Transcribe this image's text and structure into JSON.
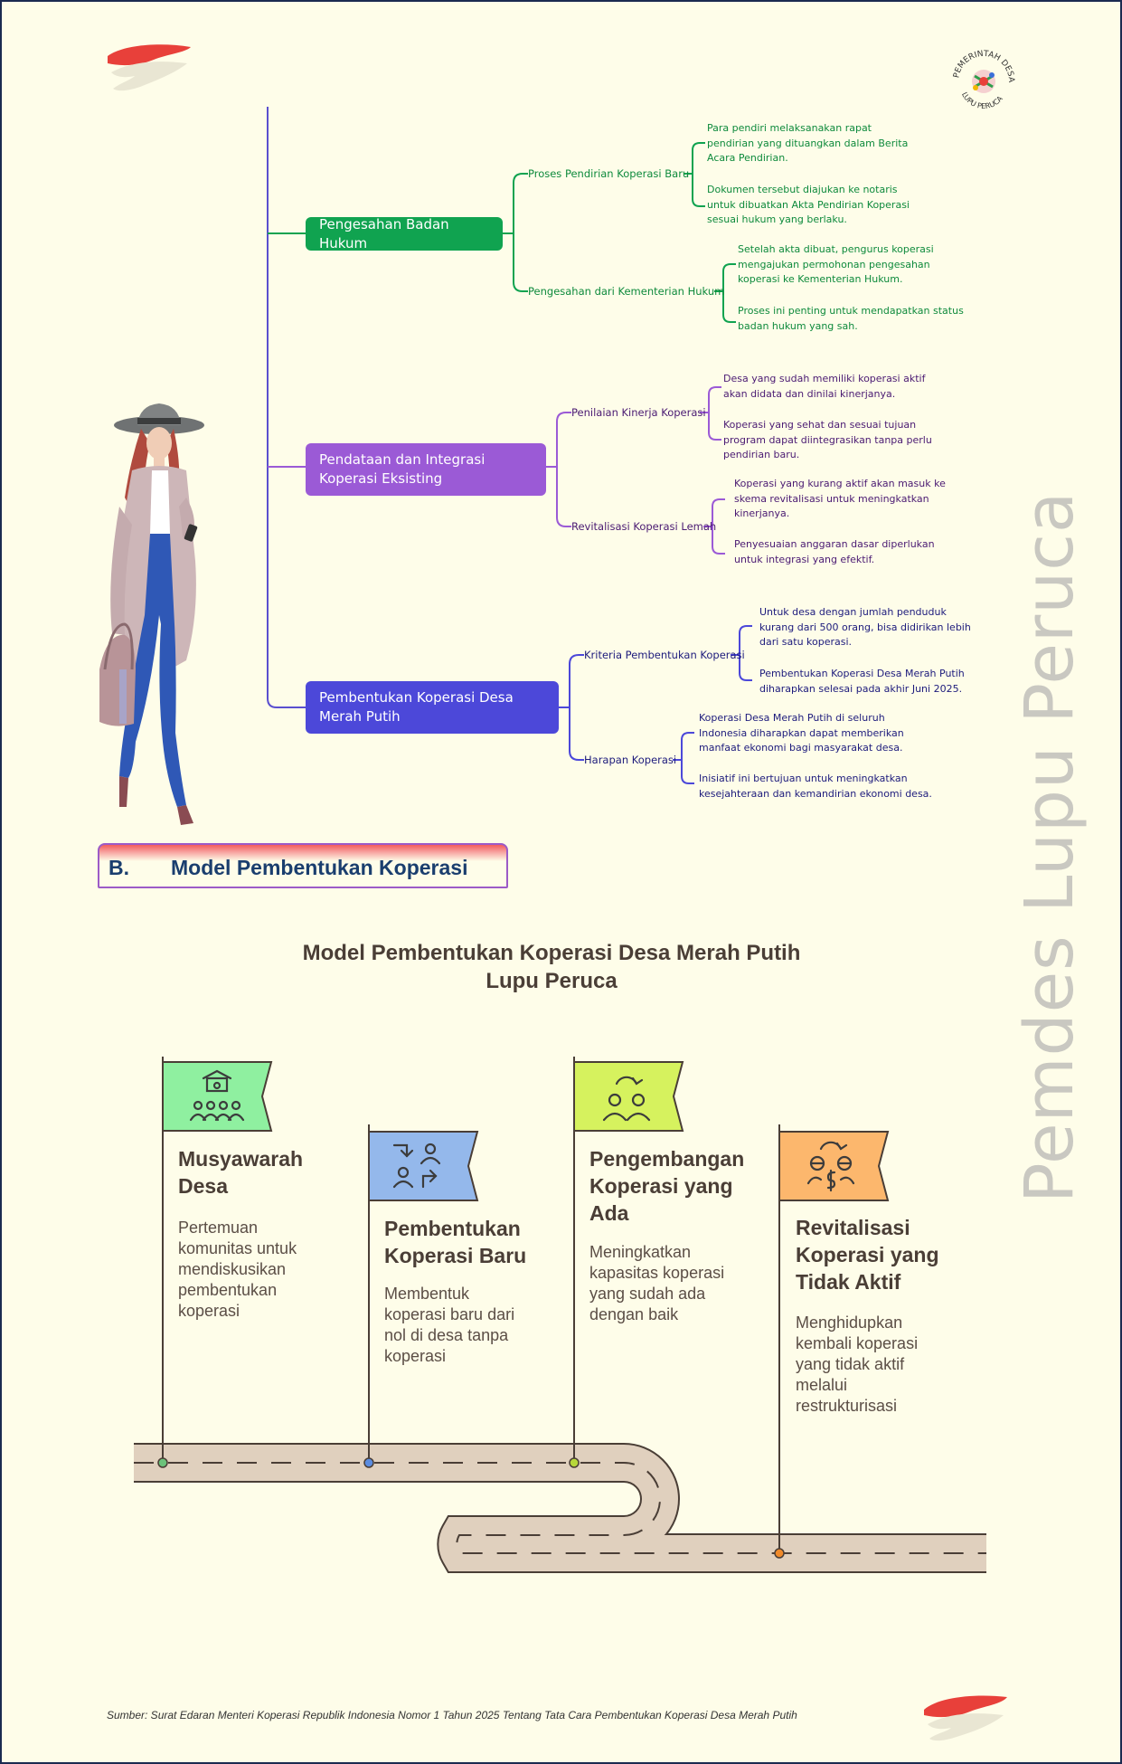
{
  "logo": {
    "text_top": "PEMERINTAH DESA",
    "text_bottom": "LUPU PERUCA"
  },
  "mindmap": {
    "branches": [
      {
        "label": "Pengesahan Badan Hukum",
        "color": "#10a350",
        "subs": [
          {
            "label": "Proses Pendirian Koperasi Baru",
            "leaves": [
              "Para pendiri melaksanakan rapat pendirian yang dituangkan dalam Berita Acara Pendirian.",
              "Dokumen tersebut diajukan ke notaris untuk dibuatkan Akta Pendirian Koperasi sesuai hukum yang berlaku."
            ]
          },
          {
            "label": "Pengesahan dari Kementerian Hukum",
            "leaves": [
              "Setelah akta dibuat, pengurus koperasi mengajukan permohonan pengesahan koperasi ke Kementerian Hukum.",
              "Proses ini penting untuk mendapatkan status badan hukum yang sah."
            ]
          }
        ]
      },
      {
        "label": "Pendataan dan Integrasi Koperasi Eksisting",
        "color": "#9b5ad6",
        "subs": [
          {
            "label": "Penilaian Kinerja Koperasi",
            "leaves": [
              "Desa yang sudah memiliki koperasi aktif akan didata dan dinilai kinerjanya.",
              "Koperasi yang sehat dan sesuai tujuan program dapat diintegrasikan tanpa perlu pendirian baru."
            ]
          },
          {
            "label": "Revitalisasi Koperasi Lemah",
            "leaves": [
              "Koperasi yang kurang aktif akan masuk ke skema revitalisasi untuk meningkatkan kinerjanya.",
              "Penyesuaian anggaran dasar diperlukan untuk integrasi yang efektif."
            ]
          }
        ]
      },
      {
        "label": "Pembentukan Koperasi Desa Merah Putih",
        "color": "#4c48d9",
        "subs": [
          {
            "label": "Kriteria Pembentukan Koperasi",
            "leaves": [
              "Untuk desa dengan jumlah penduduk kurang dari 500 orang, bisa didirikan lebih dari satu koperasi.",
              "Pembentukan Koperasi Desa Merah Putih diharapkan selesai pada akhir Juni 2025."
            ]
          },
          {
            "label": "Harapan Koperasi",
            "leaves": [
              "Koperasi Desa Merah Putih di seluruh Indonesia diharapkan dapat memberikan manfaat ekonomi bagi masyarakat desa.",
              "Inisiatif ini bertujuan untuk meningkatkan kesejahteraan dan kemandirian ekonomi desa."
            ]
          }
        ]
      }
    ]
  },
  "section": {
    "number": "B.",
    "title": "Model Pembentukan Koperasi"
  },
  "roadmap": {
    "title_line1": "Model Pembentukan Koperasi Desa Merah Putih",
    "title_line2": "Lupu Peruca",
    "steps": [
      {
        "title": [
          "Musyawarah",
          "Desa"
        ],
        "desc": [
          "Pertemuan",
          "komunitas untuk",
          "mendiskusikan",
          "pembentukan",
          "koperasi"
        ],
        "color": "#8ff0a0",
        "icon": "community-meeting-icon"
      },
      {
        "title": [
          "Pembentukan",
          "Koperasi Baru"
        ],
        "desc": [
          "Membentuk",
          "koperasi baru dari",
          "nol di desa tanpa",
          "koperasi"
        ],
        "color": "#94b8eb",
        "icon": "people-exchange-icon"
      },
      {
        "title": [
          "Pengembangan",
          "Koperasi yang",
          "Ada"
        ],
        "desc": [
          "Meningkatkan",
          "kapasitas koperasi",
          "yang sudah ada",
          "dengan baik"
        ],
        "color": "#d6f25e",
        "icon": "people-cycle-icon"
      },
      {
        "title": [
          "Revitalisasi",
          "Koperasi yang",
          "Tidak Aktif"
        ],
        "desc": [
          "Menghidupkan",
          "kembali koperasi",
          "yang tidak aktif",
          "melalui",
          "restrukturisasi"
        ],
        "color": "#fcb76d",
        "icon": "people-money-icon"
      }
    ]
  },
  "watermark": "Pemdes Lupu Peruca",
  "source": "Sumber: Surat Edaran Menteri Koperasi Republik Indonesia Nomor 1 Tahun 2025 Tentang Tata Cara Pembentukan Koperasi Desa Merah Putih"
}
